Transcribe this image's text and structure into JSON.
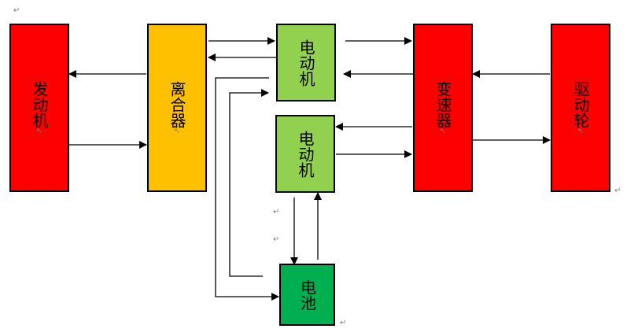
{
  "diagram": {
    "components": {
      "engine": {
        "label": "发动机",
        "color": "#ff0000"
      },
      "clutch": {
        "label": "离合器",
        "color": "#ffc000"
      },
      "motor_1": {
        "label": "电动机",
        "color": "#92d050"
      },
      "motor_2": {
        "label": "电动机",
        "color": "#92d050"
      },
      "gearbox": {
        "label": "变速器",
        "color": "#ff0000"
      },
      "drive_wheel": {
        "label": "驱动轮",
        "color": "#ff0000"
      },
      "battery": {
        "label": "电池",
        "color": "#00b050"
      }
    },
    "connections": [
      {
        "from": "clutch",
        "to": "engine"
      },
      {
        "from": "engine",
        "to": "clutch"
      },
      {
        "from": "clutch",
        "to": "motor_1"
      },
      {
        "from": "motor_1",
        "to": "clutch"
      },
      {
        "from": "motor_1",
        "to": "gearbox"
      },
      {
        "from": "gearbox",
        "to": "motor_1"
      },
      {
        "from": "gearbox",
        "to": "motor_2"
      },
      {
        "from": "motor_2",
        "to": "gearbox"
      },
      {
        "from": "drive_wheel",
        "to": "gearbox"
      },
      {
        "from": "gearbox",
        "to": "drive_wheel"
      },
      {
        "from": "motor_2",
        "to": "battery"
      },
      {
        "from": "battery",
        "to": "motor_2"
      },
      {
        "from": "battery",
        "to": "motor_1"
      },
      {
        "from": "motor_1",
        "to": "battery"
      }
    ],
    "marks": {
      "paragraph": "↵",
      "anchor": "↖"
    }
  }
}
